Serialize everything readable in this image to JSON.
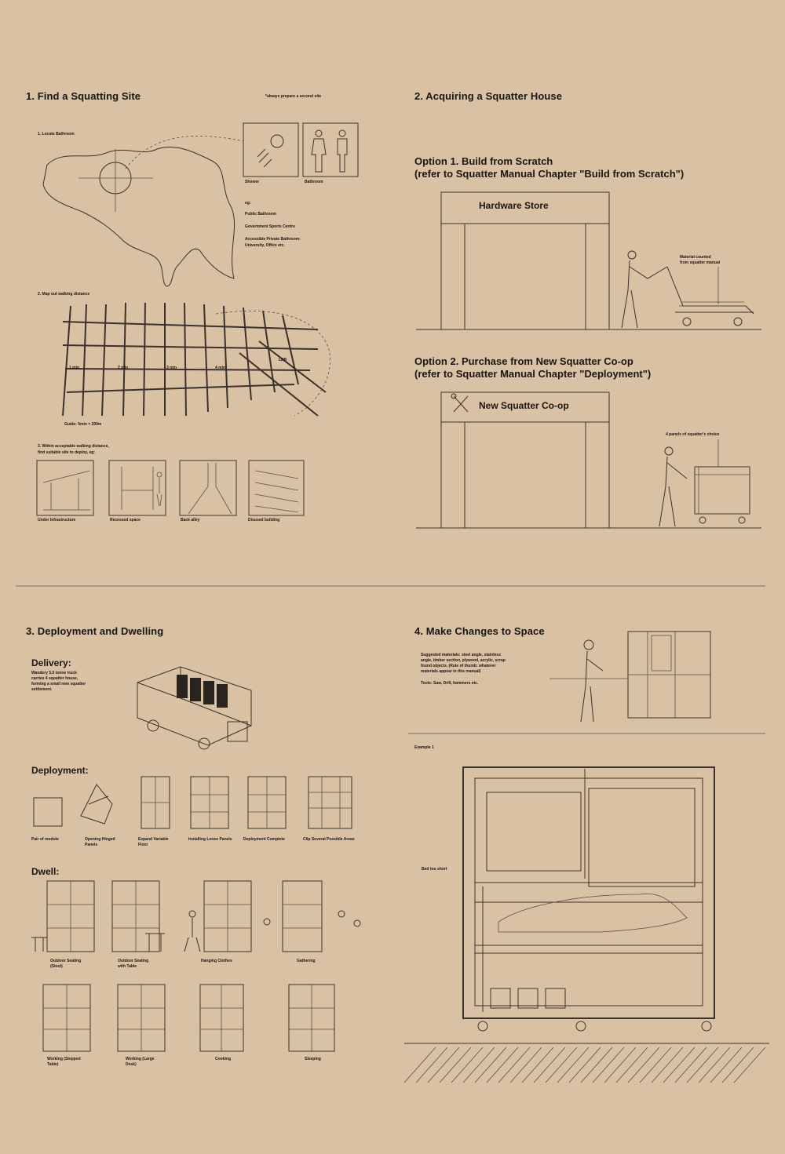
{
  "panel1": {
    "title": "1. Find a Squatting Site",
    "note": "*always prepare a second site",
    "step1": "1. Locate Bathroom",
    "icons": [
      "Shower",
      "Bathroom"
    ],
    "eg": [
      "eg:",
      "Public Bathroom",
      "Government Sports Centre",
      "Accessible Private Bathroom:",
      "University, Office etc."
    ],
    "step2": "2. Map out walking distance",
    "map_scale": "Guide: 5min = 200m",
    "map_marker": "LDB",
    "map_ticks": [
      "1 min",
      "2 min",
      "3 min",
      "4 min"
    ],
    "step3_line1": "3. Within acceptable walking distance,",
    "step3_line2": "find suitable site to deploy, eg:",
    "sites": [
      "Under Infrastructure",
      "Recessed space",
      "Back alley",
      "Disused building"
    ]
  },
  "panel2": {
    "title": "2. Acquiring a Squatter House",
    "opt1_line1": "Option 1. Build from Scratch",
    "opt1_line2": "(refer to Squatter Manual Chapter \"Build from Scratch\")",
    "store1": "Hardware Store",
    "note1_line1": "Material counted",
    "note1_line2": "from squatter manual",
    "opt2_line1": "Option 2. Purchase from New Squatter Co-op",
    "opt2_line2": "(refer to Squatter Manual Chapter \"Deployment\")",
    "store2": "New Squatter Co-op",
    "note2": "4 panels of squatter's choice"
  },
  "panel3": {
    "title": "3. Deployment and Dwelling",
    "delivery_head": "Delivery:",
    "delivery_text": [
      "Wandery 5.5 tonne truck",
      "carries 4 squatter house,",
      "forming a small new squatter",
      "settlement."
    ],
    "deployment_head": "Deployment:",
    "steps": [
      "Pair of module",
      "Opening Hinged Panels",
      "Expand Variable Floor",
      "Installing Loose Panels",
      "Deployment Complete",
      "Clip Several Possible Areas"
    ],
    "dwell_head": "Dwell:",
    "dwell_row1": [
      "Outdoor Seating (Stool)",
      "Outdoor Seating with Table",
      "Hanging Clothes",
      "Gathering"
    ],
    "dwell_row2": [
      "Working (Stepped Table)",
      "Working (Large Desk)",
      "Cooking",
      "Sleeping"
    ]
  },
  "panel4": {
    "title": "4. Make Changes to Space",
    "text": [
      "Suggested materials: steel angle, stainless",
      "angle, timber section, plywood, acrylic, scrap",
      "found objects. (Rule of thumb: whatever",
      "materials appear in this manual)",
      "Tools: Saw, Drill, hammers etc."
    ],
    "example": "Example 1",
    "bed_label": "Bed too short"
  },
  "colors": {
    "paper": "#d9c1a4",
    "ink": "#1a1612",
    "line": "#3a322a"
  }
}
